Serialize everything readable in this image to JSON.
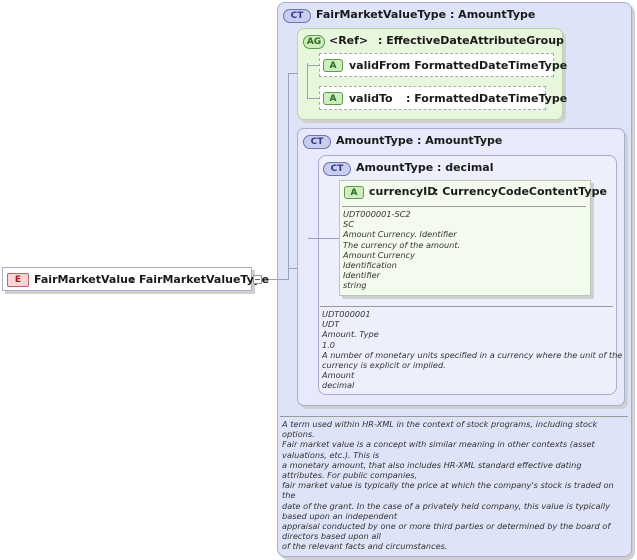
{
  "element": {
    "badge": "E",
    "name": "FairMarketValue",
    "colon": ":",
    "type": "FairMarketValueType"
  },
  "outer_ct": {
    "badge": "CT",
    "title": "FairMarketValueType : AmountType"
  },
  "attribute_group": {
    "badge": "AG",
    "ref": "<Ref>",
    "name": ": EffectiveDateAttributeGroup",
    "attributes": [
      {
        "badge": "A",
        "name": "validFrom",
        "type": ": FormattedDateTimeType"
      },
      {
        "badge": "A",
        "name": "validTo",
        "type": ": FormattedDateTimeType"
      }
    ]
  },
  "amount_ct": {
    "badge": "CT",
    "title": "AmountType : AmountType"
  },
  "decimal_ct": {
    "badge": "CT",
    "title": "AmountType : decimal"
  },
  "currency_attr": {
    "badge": "A",
    "name": "currencyID",
    "type": ": CurrencyCodeContentType",
    "doc": [
      "UDT000001-SC2",
      "SC",
      "Amount Currency. Identifier",
      "The currency of the amount.",
      "Amount Currency",
      "Identification",
      "Identifier",
      "string"
    ]
  },
  "decimal_doc": [
    "UDT000001",
    "UDT",
    "Amount. Type",
    "1.0",
    "A number of monetary units specified in a currency where the unit of the",
    "currency is explicit or implied.",
    "Amount",
    "decimal"
  ],
  "outer_doc": [
    "A term used within HR-XML in the context of stock programs, including stock",
    "options.",
    "Fair market value is a concept with similar meaning in other contexts (asset",
    "valuations, etc.). This is",
    "a monetary amount, that also includes HR-XML standard effective dating",
    "attributes. For public companies,",
    "fair market value is typically the price at which the company's stock is traded on",
    "the",
    "date of the grant. In the case of a privately held company, this value is typically",
    "based upon an independent",
    "appraisal conducted by one or more third parties or determined by the board of",
    "directors based upon all",
    "of the relevant facts and circumstances."
  ]
}
